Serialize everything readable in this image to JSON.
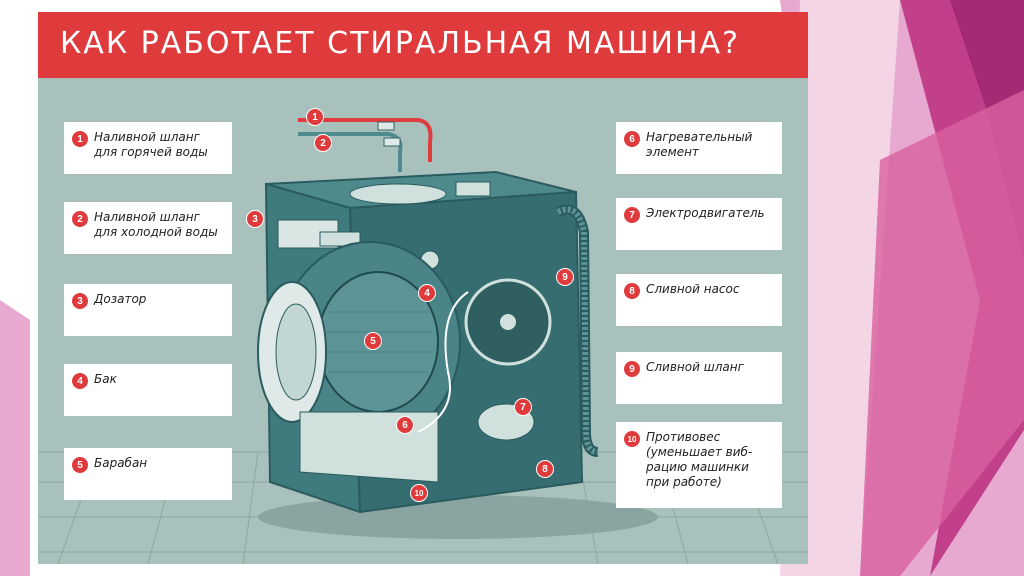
{
  "title": "КАК РАБОТАЕТ СТИРАЛЬНАЯ МАШИНА?",
  "colors": {
    "accent": "#e03b3c",
    "poster_bg": "#a9c1bd",
    "machine": "#3f7a7d",
    "slide_pink": "#c2408a"
  },
  "labels_left": [
    {
      "num": "1",
      "text": "Наливной шланг\nдля горячей воды"
    },
    {
      "num": "2",
      "text": "Наливной шланг\nдля холодной воды"
    },
    {
      "num": "3",
      "text": "Дозатор"
    },
    {
      "num": "4",
      "text": "Бак"
    },
    {
      "num": "5",
      "text": "Барабан"
    }
  ],
  "labels_right": [
    {
      "num": "6",
      "text": "Нагревательный\nэлемент"
    },
    {
      "num": "7",
      "text": "Электродвигатель"
    },
    {
      "num": "8",
      "text": "Сливной насос"
    },
    {
      "num": "9",
      "text": "Сливной шланг"
    },
    {
      "num": "10",
      "text": "Противовес\n(уменьшает виб-\nрацию машинки\nпри работе)"
    }
  ],
  "markers": [
    "1",
    "2",
    "3",
    "4",
    "5",
    "6",
    "7",
    "8",
    "9",
    "10"
  ]
}
